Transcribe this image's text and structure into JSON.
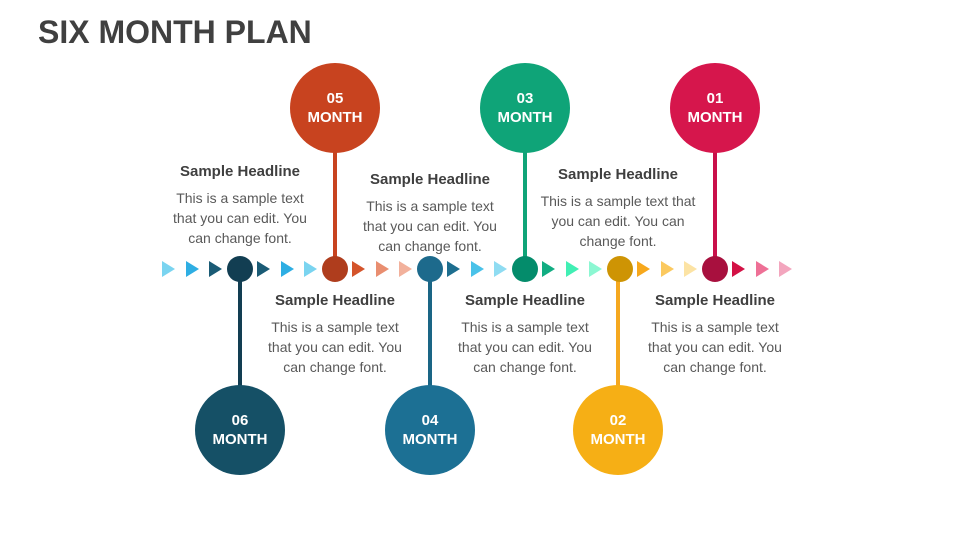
{
  "title": "SIX MONTH PLAN",
  "colors": {
    "background": "#FFFFFF",
    "title_text": "#404040",
    "headline_text": "#3F3F3F",
    "body_text": "#595959"
  },
  "months": [
    {
      "number": "06",
      "label": "MONTH",
      "headline": "Sample Headline",
      "body": "This is a sample text that you can edit. You can change font.",
      "circle_color": "#155066",
      "node_color": "#123E52",
      "stem_color": "#123E52",
      "text_position": "top"
    },
    {
      "number": "05",
      "label": "MONTH",
      "headline": "Sample Headline",
      "body": "This is a sample text that you can edit. You can change font.",
      "circle_color": "#C8431F",
      "node_color": "#AF3D1D",
      "stem_color": "#C8431F",
      "text_position": "bottom"
    },
    {
      "number": "04",
      "label": "MONTH",
      "headline": "Sample Headline",
      "body": "This is a sample text that you can edit. You can change font.",
      "circle_color": "#1C7094",
      "node_color": "#1D6A8C",
      "stem_color": "#1A6585",
      "text_position": "top"
    },
    {
      "number": "03",
      "label": "MONTH",
      "headline": "Sample Headline",
      "body": "This is a sample text that you can edit. You can change font.",
      "circle_color": "#0FA478",
      "node_color": "#048C6B",
      "stem_color": "#0FA478",
      "text_position": "bottom"
    },
    {
      "number": "02",
      "label": "MONTH",
      "headline": "Sample Headline",
      "body": "This is a sample text that you can edit. You can change font.",
      "circle_color": "#F6AF15",
      "node_color": "#CE9404",
      "stem_color": "#F5A81F",
      "text_position": "top"
    },
    {
      "number": "01",
      "label": "MONTH",
      "headline": "Sample Headline",
      "body": "This is a sample text that you can edit. You can change font.",
      "circle_color": "#D6164C",
      "node_color": "#A8103E",
      "stem_color": "#C9104A",
      "text_position": "bottom"
    }
  ],
  "timeline": {
    "items": [
      {
        "type": "triangle",
        "color": "#7AD4F0"
      },
      {
        "type": "triangle",
        "color": "#2EAEE3"
      },
      {
        "type": "triangle",
        "color": "#1A5B75"
      },
      {
        "type": "node",
        "month": "06",
        "color": "#123E52"
      },
      {
        "type": "triangle",
        "color": "#1A5B75"
      },
      {
        "type": "triangle",
        "color": "#2EAEE3"
      },
      {
        "type": "triangle",
        "color": "#7AD4F0"
      },
      {
        "type": "node",
        "month": "05",
        "color": "#AF3D1D"
      },
      {
        "type": "triangle",
        "color": "#D4542B"
      },
      {
        "type": "triangle",
        "color": "#E98E70"
      },
      {
        "type": "triangle",
        "color": "#F2B19C"
      },
      {
        "type": "node",
        "month": "04",
        "color": "#1D6A8C"
      },
      {
        "type": "triangle",
        "color": "#1D6E8F"
      },
      {
        "type": "triangle",
        "color": "#4AC2E9"
      },
      {
        "type": "triangle",
        "color": "#8FDCF2"
      },
      {
        "type": "node",
        "month": "03",
        "color": "#048C6B"
      },
      {
        "type": "triangle",
        "color": "#12AD82"
      },
      {
        "type": "triangle",
        "color": "#41EFB4"
      },
      {
        "type": "triangle",
        "color": "#8CF7D2"
      },
      {
        "type": "node",
        "month": "02",
        "color": "#CE9404"
      },
      {
        "type": "triangle",
        "color": "#F7A81C"
      },
      {
        "type": "triangle",
        "color": "#FBC95F"
      },
      {
        "type": "triangle",
        "color": "#FCE3A4"
      },
      {
        "type": "node",
        "month": "01",
        "color": "#A8103E"
      },
      {
        "type": "triangle",
        "color": "#D31145"
      },
      {
        "type": "triangle",
        "color": "#EE7096"
      },
      {
        "type": "triangle",
        "color": "#F3A6BE"
      }
    ]
  }
}
